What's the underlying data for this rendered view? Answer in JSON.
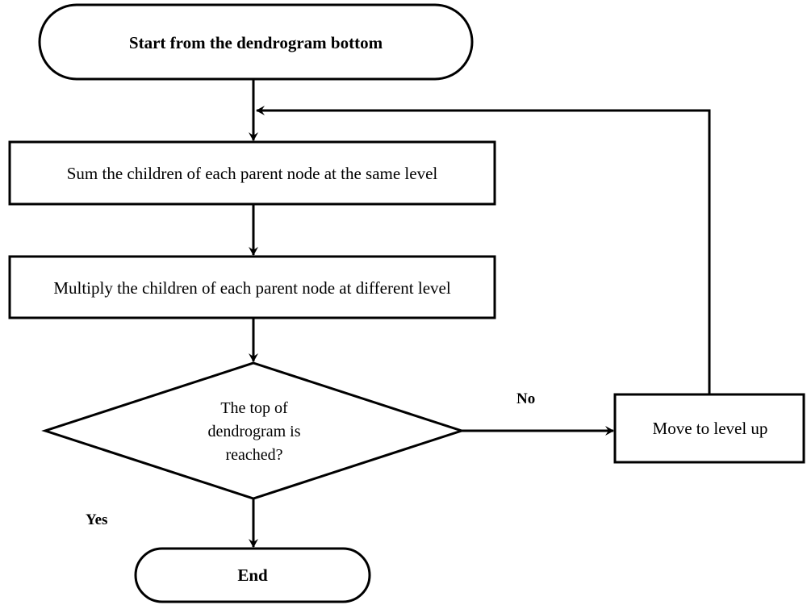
{
  "nodes": {
    "start": "Start from the dendrogram bottom",
    "sum": "Sum the children of each parent node at the same level",
    "multiply": "Multiply the children of each parent node at different level",
    "decision": "The top of dendrogram is reached?",
    "move": "Move to level up",
    "end": "End"
  },
  "edges": {
    "no_label": "No",
    "yes_label": "Yes"
  }
}
